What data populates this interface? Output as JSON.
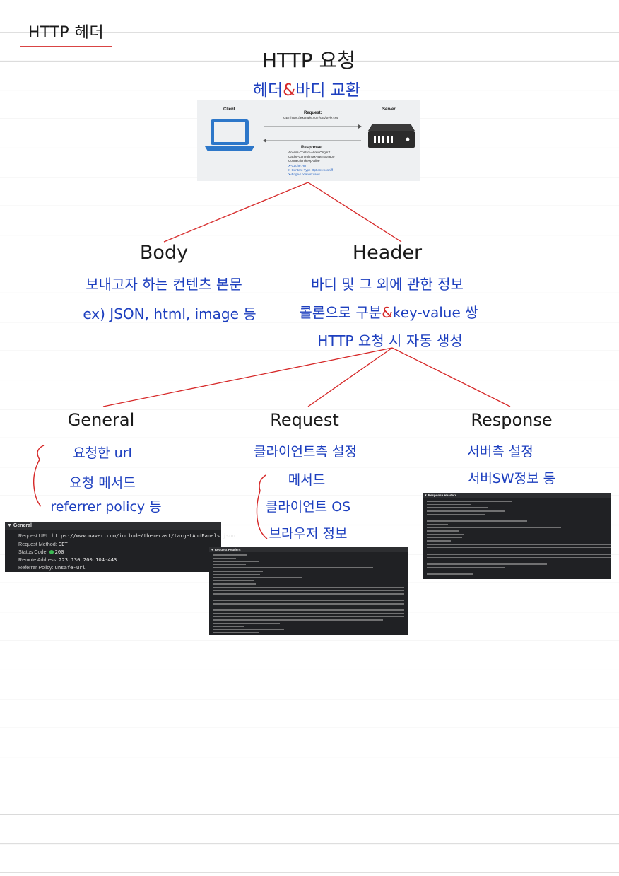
{
  "page_title": "HTTP 헤더",
  "heading": {
    "title": "HTTP 요청",
    "subtitle_part1": "헤더",
    "subtitle_amp": "&",
    "subtitle_part2": "바디 교환"
  },
  "diagram": {
    "client_label": "Client",
    "server_label": "Server",
    "request_label": "Request:",
    "request_line": "GET https://example.com/css/style.css",
    "response_label": "Response:",
    "response_headers": [
      "Access-Control-Allow-Origin:*",
      "Cache-Control:max-age=604800",
      "Connection:keep-alive"
    ],
    "response_custom_headers": [
      "X-Cache:HIT",
      "X-Content-Type-Options:nosniff",
      "X-Edge-Location:used"
    ]
  },
  "body_section": {
    "title": "Body",
    "lines": [
      "보내고자 하는 컨텐츠 본문",
      "ex) JSON, html, image 등"
    ]
  },
  "header_section": {
    "title": "Header",
    "line1": "바디 및 그 외에 관한 정보",
    "line2_part1": "콜론으로 구분",
    "line2_amp": "&",
    "line2_part2": "key-value 쌍",
    "line3": "HTTP 요청 시 자동 생성"
  },
  "general_section": {
    "title": "General",
    "lines": [
      "요청한 url",
      "요청 메서드",
      "referrer policy 등"
    ]
  },
  "request_section": {
    "title": "Request",
    "lines": [
      "클라이언트측 설정",
      "메서드",
      "클라이언트 OS",
      "브라우저 정보"
    ]
  },
  "response_section": {
    "title": "Response",
    "lines": [
      "서버측 설정",
      "서버SW정보 등"
    ]
  },
  "general_panel": {
    "header": "▼ General",
    "rows": [
      {
        "key": "Request URL:",
        "value": "https://www.naver.com/include/themecast/targetAndPanels.json"
      },
      {
        "key": "Request Method:",
        "value": "GET"
      },
      {
        "key": "Status Code:",
        "value": "200"
      },
      {
        "key": "Remote Address:",
        "value": "223.130.200.104:443"
      },
      {
        "key": "Referrer Policy:",
        "value": "unsafe-url"
      }
    ],
    "status_color": "#3cba54"
  },
  "request_panel": {
    "header": "▼ Request Headers"
  },
  "response_panel": {
    "header": "▼ Response Headers"
  },
  "colors": {
    "ink_blue": "#1d3fbf",
    "connector_red": "#d62828",
    "panel_bg": "#202124"
  }
}
